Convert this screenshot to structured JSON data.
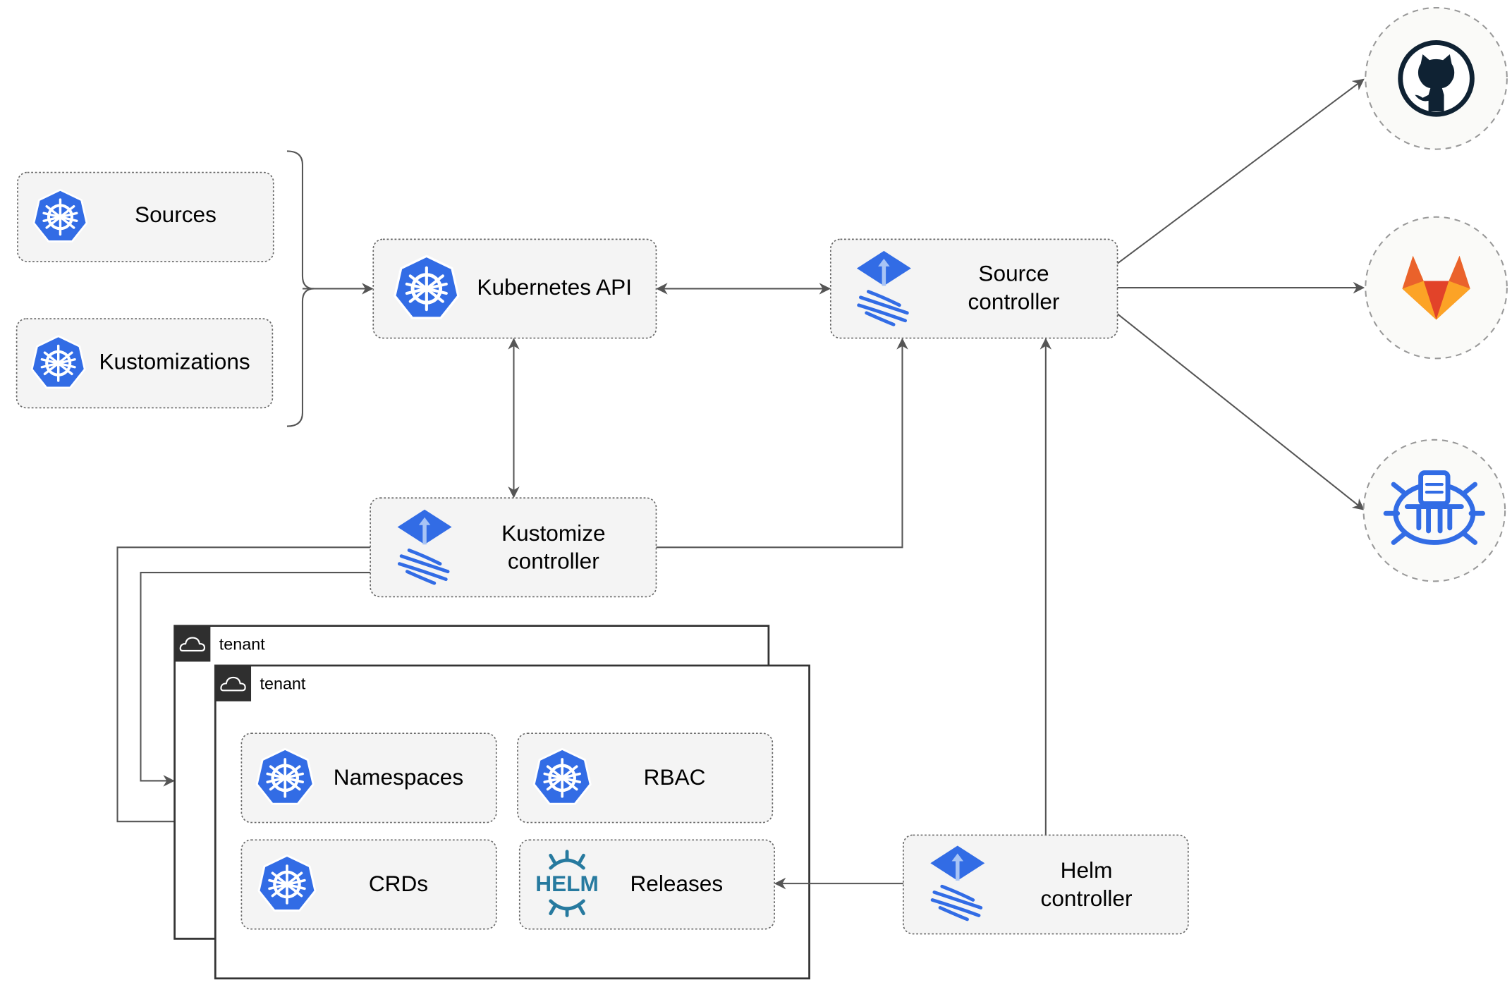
{
  "nodes": {
    "sources": "Sources",
    "kustomizations": "Kustomizations",
    "kubernetes_api": "Kubernetes API",
    "source_controller": [
      "Source",
      "controller"
    ],
    "kustomize_controller": [
      "Kustomize",
      "controller"
    ],
    "helm_controller": [
      "Helm",
      "controller"
    ],
    "namespaces": "Namespaces",
    "rbac": "RBAC",
    "crds": "CRDs",
    "releases": "Releases"
  },
  "tenants": [
    "tenant",
    "tenant"
  ],
  "icons": {
    "kubernetes": "kubernetes-icon",
    "flux": "flux-icon",
    "helm": "helm-icon",
    "helm_wordmark": "HELM",
    "github": "github-icon",
    "gitlab": "gitlab-icon",
    "bucket": "bucket-icon",
    "cloud": "cloud-icon"
  },
  "colors": {
    "kubernetes_blue": "#326ce5",
    "helm_teal": "#277a9f",
    "github_dark": "#0f2233",
    "gitlab_orange": "#e8572a",
    "gitlab_yellow": "#f9a233"
  }
}
